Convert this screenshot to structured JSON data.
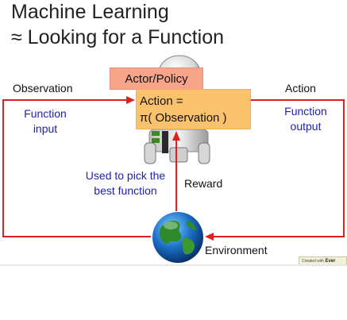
{
  "title": {
    "line1": "Machine Learning",
    "line2": "≈ Looking for a Function"
  },
  "labels": {
    "observation": "Observation",
    "action": "Action",
    "reward": "Reward",
    "environment": "Environment",
    "function_input_1": "Function",
    "function_input_2": "input",
    "function_output_1": "Function",
    "function_output_2": "output",
    "used_to_pick_1": "Used to pick the",
    "used_to_pick_2": "best function"
  },
  "boxes": {
    "actor_policy": "Actor/Policy",
    "action_eq_1": "Action =",
    "action_eq_2": "π( Observation )"
  },
  "watermark": {
    "prefix": "Created with",
    "brand": "Ever"
  },
  "colors": {
    "arrow": "#e02020",
    "blue_text": "#2222aa",
    "actor_box": "#f7a48a",
    "action_box": "#fbc26d"
  }
}
